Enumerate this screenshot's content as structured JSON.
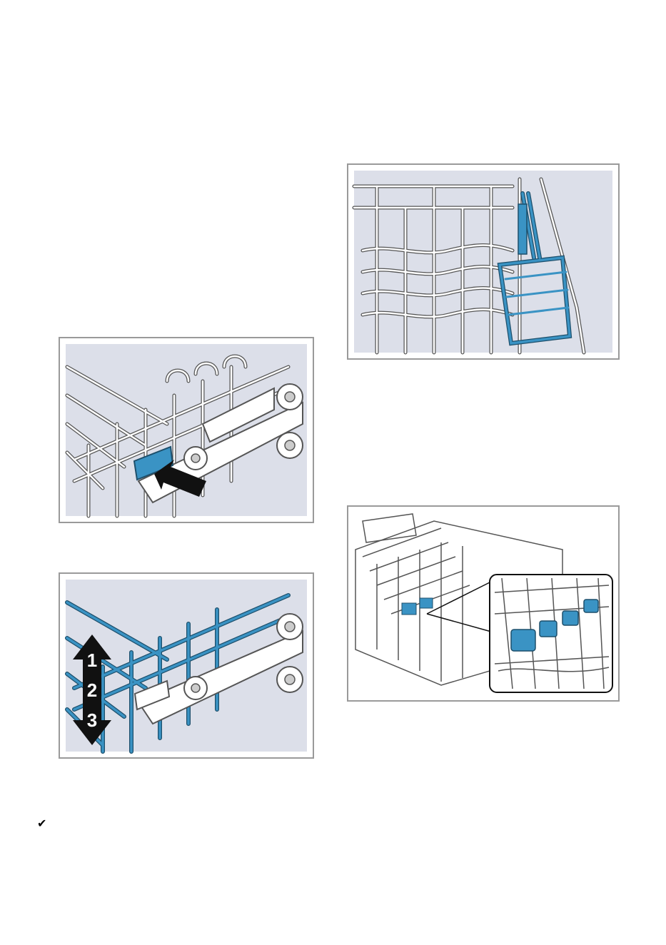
{
  "figures": {
    "press_release": {
      "icon": "press-arrow-icon"
    },
    "adjust_height": {
      "steps": [
        "1",
        "2",
        "3"
      ],
      "icon": "up-down-arrow-icon"
    },
    "cup_shelf": {
      "icon": "cup-shelf-icon"
    },
    "rack_overview": {
      "icon": "magnifier-inset-icon"
    }
  },
  "result_mark": "✔",
  "colors": {
    "accent_blue": "#3a93c4",
    "panel_bg": "#dcdfe9",
    "wire": "#ffffff",
    "outline": "#555555",
    "frame": "#9a9a9a"
  }
}
